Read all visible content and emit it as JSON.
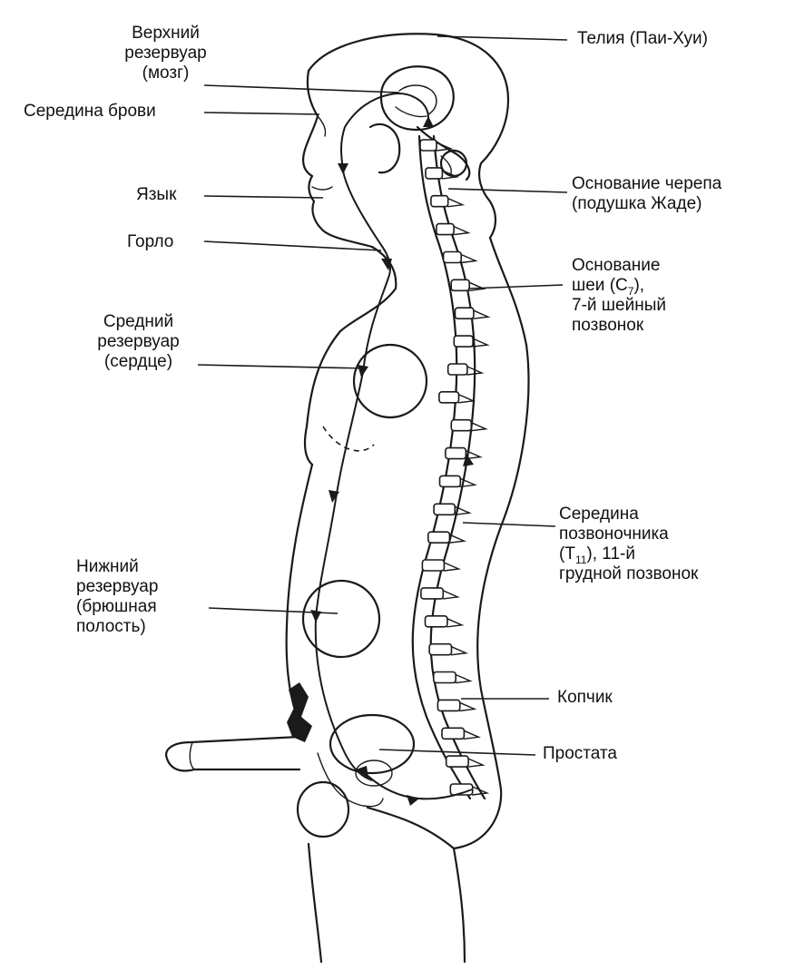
{
  "labels": {
    "upper_reservoir": [
      "Верхний",
      "резервуар",
      "(мозг)"
    ],
    "brow_center": [
      "Середина брови"
    ],
    "tongue": [
      "Язык"
    ],
    "throat": [
      "Горло"
    ],
    "middle_reservoir": [
      "Средний",
      "резервуар",
      "(сердце)"
    ],
    "lower_reservoir": [
      "Нижний",
      "резервуар",
      "(брюшная",
      "полость)"
    ],
    "crown": [
      "Телия (Паи-Хуи)"
    ],
    "skull_base": [
      "Основание черепа",
      "(подушка Жаде)"
    ],
    "neck_base": {
      "line1": "Основание",
      "line2_pre": "шеи (С",
      "line2_sub": "7",
      "line2_post": "),",
      "line3": "7-й шейный",
      "line4": "позвонок"
    },
    "mid_spine": {
      "line1": "Середина",
      "line2": "позвоночника",
      "line3_pre": "(Т",
      "line3_sub": "11",
      "line3_post": "), 11-й",
      "line4": "грудной позвонок"
    },
    "coccyx": [
      "Копчик"
    ],
    "prostate": [
      "Простата"
    ]
  }
}
